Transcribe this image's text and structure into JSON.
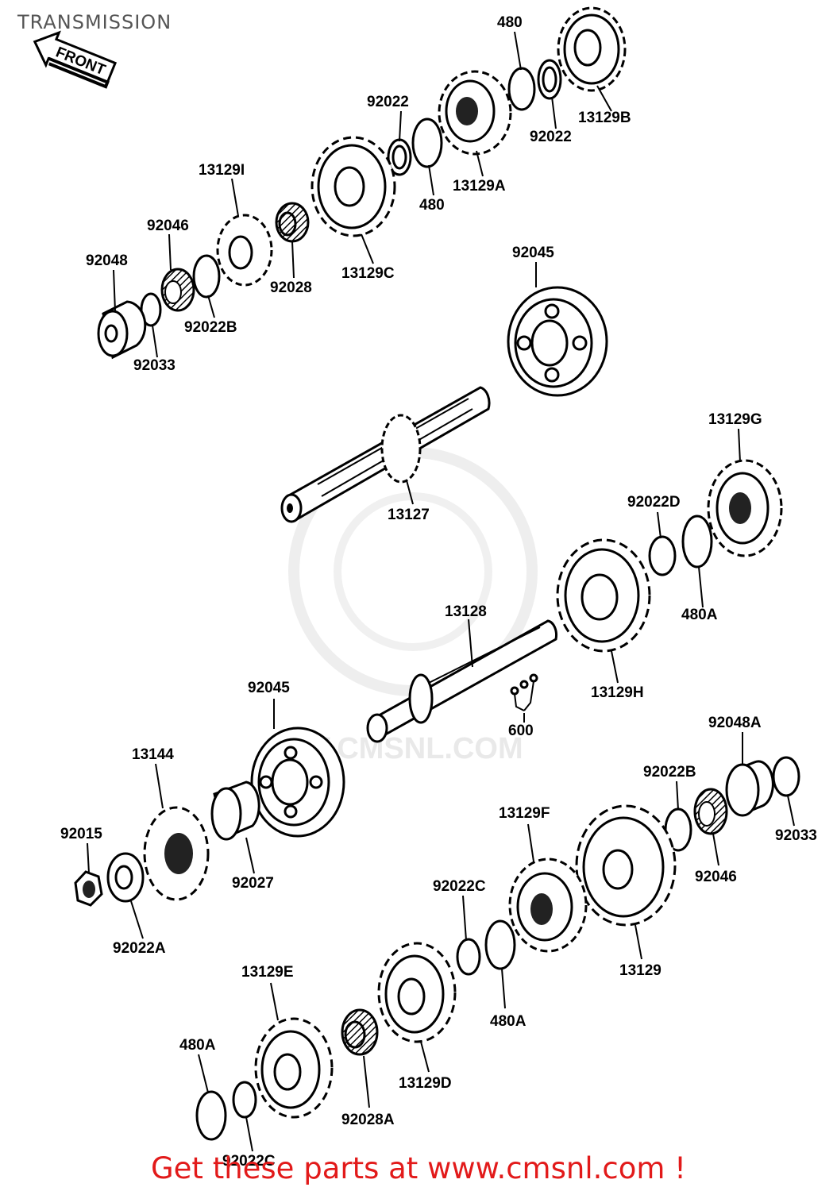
{
  "title": "TRANSMISSION",
  "front_label": "FRONT",
  "watermark": "W.CMSNL.COM",
  "footer": "Get these parts at www.cmsnl.com !",
  "colors": {
    "footer": "#e21a1a",
    "title": "#555555",
    "lines": "#000000"
  },
  "labels": {
    "l480_top": "480",
    "l13129B": "13129B",
    "l92022_r": "92022",
    "l92022_m": "92022",
    "l480_m": "480",
    "l13129A": "13129A",
    "l13129I": "13129I",
    "l92046_t": "92046",
    "l92048": "92048",
    "l92022B_t": "92022B",
    "l92033_t": "92033",
    "l92028": "92028",
    "l13129C": "13129C",
    "l92045_t": "92045",
    "l13127": "13127",
    "l13129G": "13129G",
    "l92022D": "92022D",
    "l480A_r": "480A",
    "l13128": "13128",
    "l13129H": "13129H",
    "l600": "600",
    "l92045_m": "92045",
    "l13144": "13144",
    "l92015": "92015",
    "l92022A": "92022A",
    "l92027": "92027",
    "l92048A": "92048A",
    "l92022B_b": "92022B",
    "l92033_b": "92033",
    "l92046_b": "92046",
    "l13129F": "13129F",
    "l13129": "13129",
    "l92022C_m": "92022C",
    "l480A_m": "480A",
    "l13129E": "13129E",
    "l13129D": "13129D",
    "l92028A": "92028A",
    "l480A_b": "480A",
    "l92022C_b": "92022C"
  }
}
